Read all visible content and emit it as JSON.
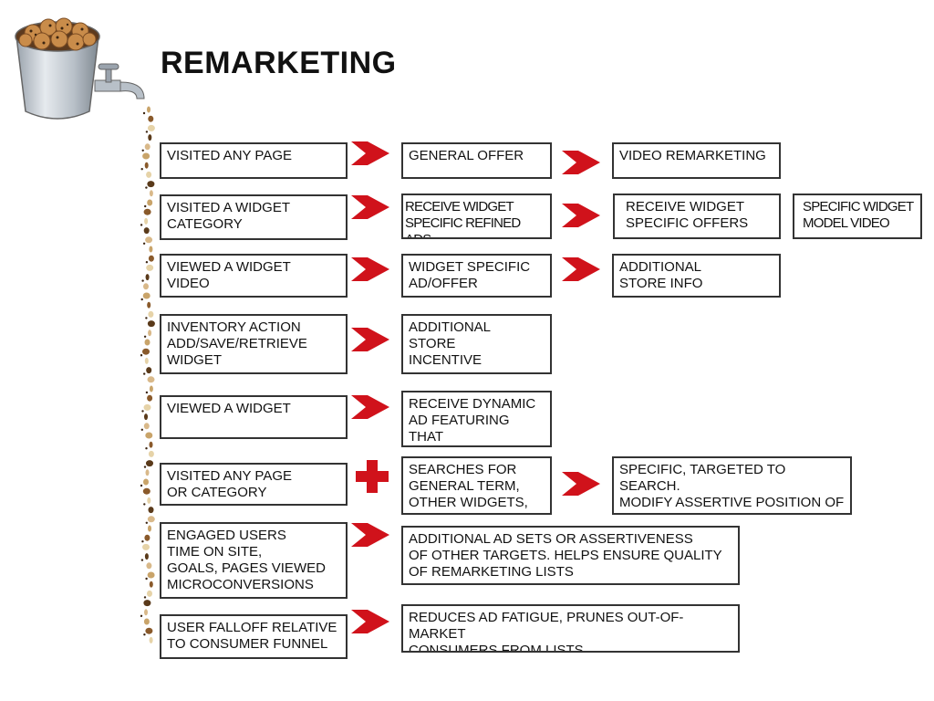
{
  "title": "REMARKETING",
  "colors": {
    "arrow": "#d0121b",
    "border": "#333333",
    "bucket": "#c8cfd8"
  },
  "icons": {
    "bucket": "cookie-bucket-icon",
    "faucet": "faucet-icon",
    "arrow": "right-arrow-icon",
    "plus": "plus-icon",
    "drip": "cookie-crumb-chain-icon"
  },
  "rows": [
    {
      "trigger": "VISITED ANY PAGE",
      "step1": "GENERAL OFFER",
      "step2": "VIDEO REMARKETING"
    },
    {
      "trigger": "VISITED A WIDGET\nCATEGORY",
      "step1": "RECEIVE WIDGET\nSPECIFIC REFINED ADS",
      "step2": "RECEIVE WIDGET\nSPECIFIC OFFERS",
      "step3": "SPECIFIC WIDGET\nMODEL VIDEO"
    },
    {
      "trigger": "VIEWED A WIDGET\nVIDEO",
      "step1": "WIDGET SPECIFIC\nAD/OFFER",
      "step2": "ADDITIONAL\nSTORE INFO"
    },
    {
      "trigger": "INVENTORY ACTION\nADD/SAVE/RETRIEVE\nWIDGET",
      "step1": "ADDITIONAL\nSTORE\nINCENTIVE"
    },
    {
      "trigger": "VIEWED A WIDGET",
      "step1": "RECEIVE DYNAMIC\nAD FEATURING THAT\nWIDGET"
    },
    {
      "trigger": "VISITED ANY PAGE\nOR CATEGORY",
      "step1": "SEARCHES FOR\nGENERAL TERM,\nOTHER WIDGETS, ETC",
      "step2": "SPECIFIC, TARGETED TO SEARCH.\nMODIFY ASSERTIVE POSITION OF\nTHE TARGETING"
    },
    {
      "trigger": "ENGAGED USERS\nTIME ON SITE,\nGOALS, PAGES VIEWED\nMICROCONVERSIONS",
      "step1": "ADDITIONAL AD SETS OR ASSERTIVENESS\nOF OTHER TARGETS. HELPS ENSURE QUALITY\nOF REMARKETING LISTS"
    },
    {
      "trigger": "USER FALLOFF RELATIVE\nTO CONSUMER FUNNEL",
      "step1": "REDUCES AD FATIGUE, PRUNES OUT-OF-MARKET\nCONSUMERS FROM LISTS"
    }
  ]
}
